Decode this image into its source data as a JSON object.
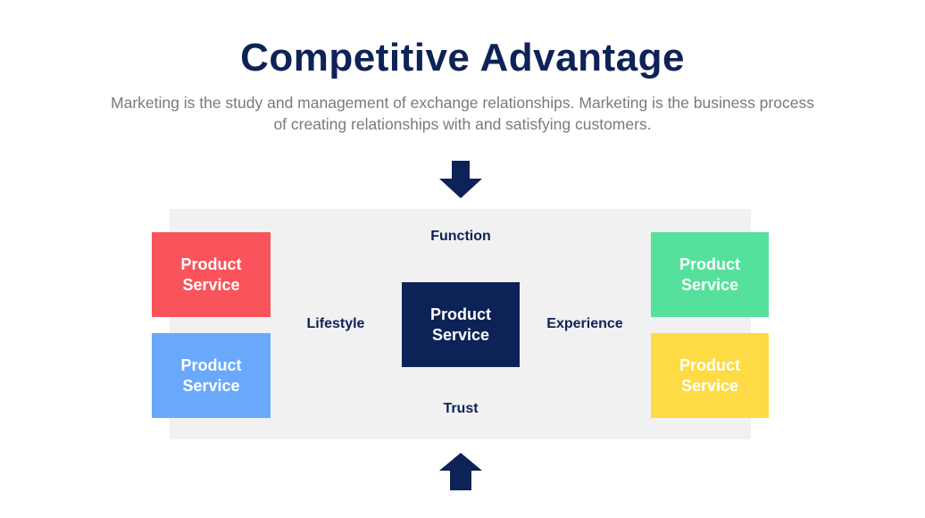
{
  "title": "Competitive Advantage",
  "subtitle": "Marketing is the study and management of exchange relationships. Marketing is the business process of creating relationships with and satisfying customers.",
  "boxes": {
    "top_left": "Product\nService",
    "bottom_left": "Product\nService",
    "center": "Product\nService",
    "top_right": "Product\nService",
    "bottom_right": "Product\nService"
  },
  "labels": {
    "top": "Function",
    "bottom": "Trust",
    "left": "Lifestyle",
    "right": "Experience"
  },
  "colors": {
    "navy": "#0d2257",
    "red": "#f9545c",
    "blue": "#6aa8fb",
    "green": "#55e19b",
    "yellow": "#fedb45",
    "panel": "#f1f1f2"
  },
  "icons": {
    "top_arrow": "arrow-down-icon",
    "bottom_arrow": "arrow-up-icon"
  }
}
